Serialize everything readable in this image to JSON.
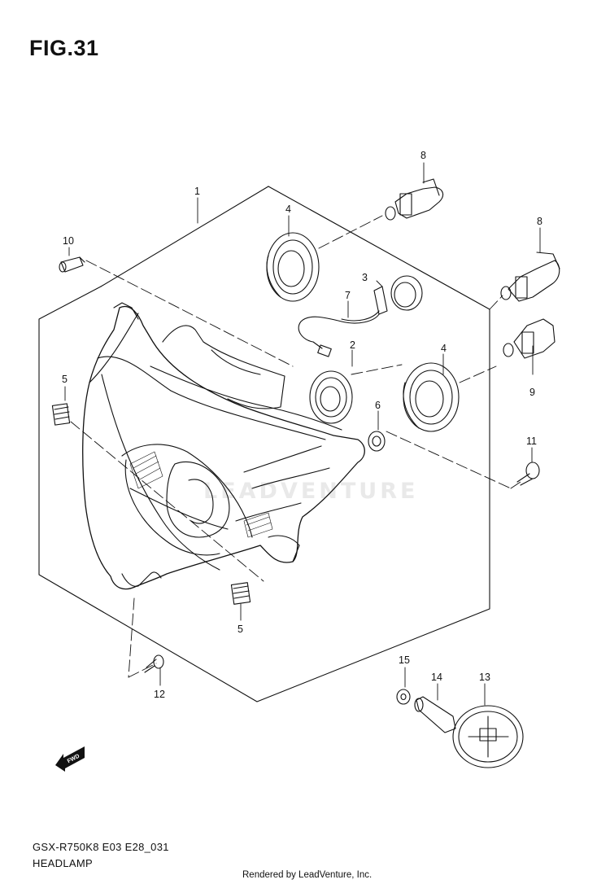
{
  "figure": {
    "title": "FIG.31",
    "code": "GSX-R750K8 E03 E28_031",
    "name": "HEADLAMP",
    "credit": "Rendered by LeadVenture, Inc.",
    "watermark": "LEADVENTURE"
  },
  "callouts": {
    "c1": "1",
    "c2": "2",
    "c3": "3",
    "c4a": "4",
    "c4b": "4",
    "c5a": "5",
    "c5b": "5",
    "c6": "6",
    "c7": "7",
    "c8a": "8",
    "c8b": "8",
    "c9": "9",
    "c10": "10",
    "c11": "11",
    "c12": "12",
    "c13": "13",
    "c14": "14",
    "c15": "15"
  },
  "fwd_label": "FWD",
  "colors": {
    "line": "#111111",
    "background": "#ffffff"
  }
}
